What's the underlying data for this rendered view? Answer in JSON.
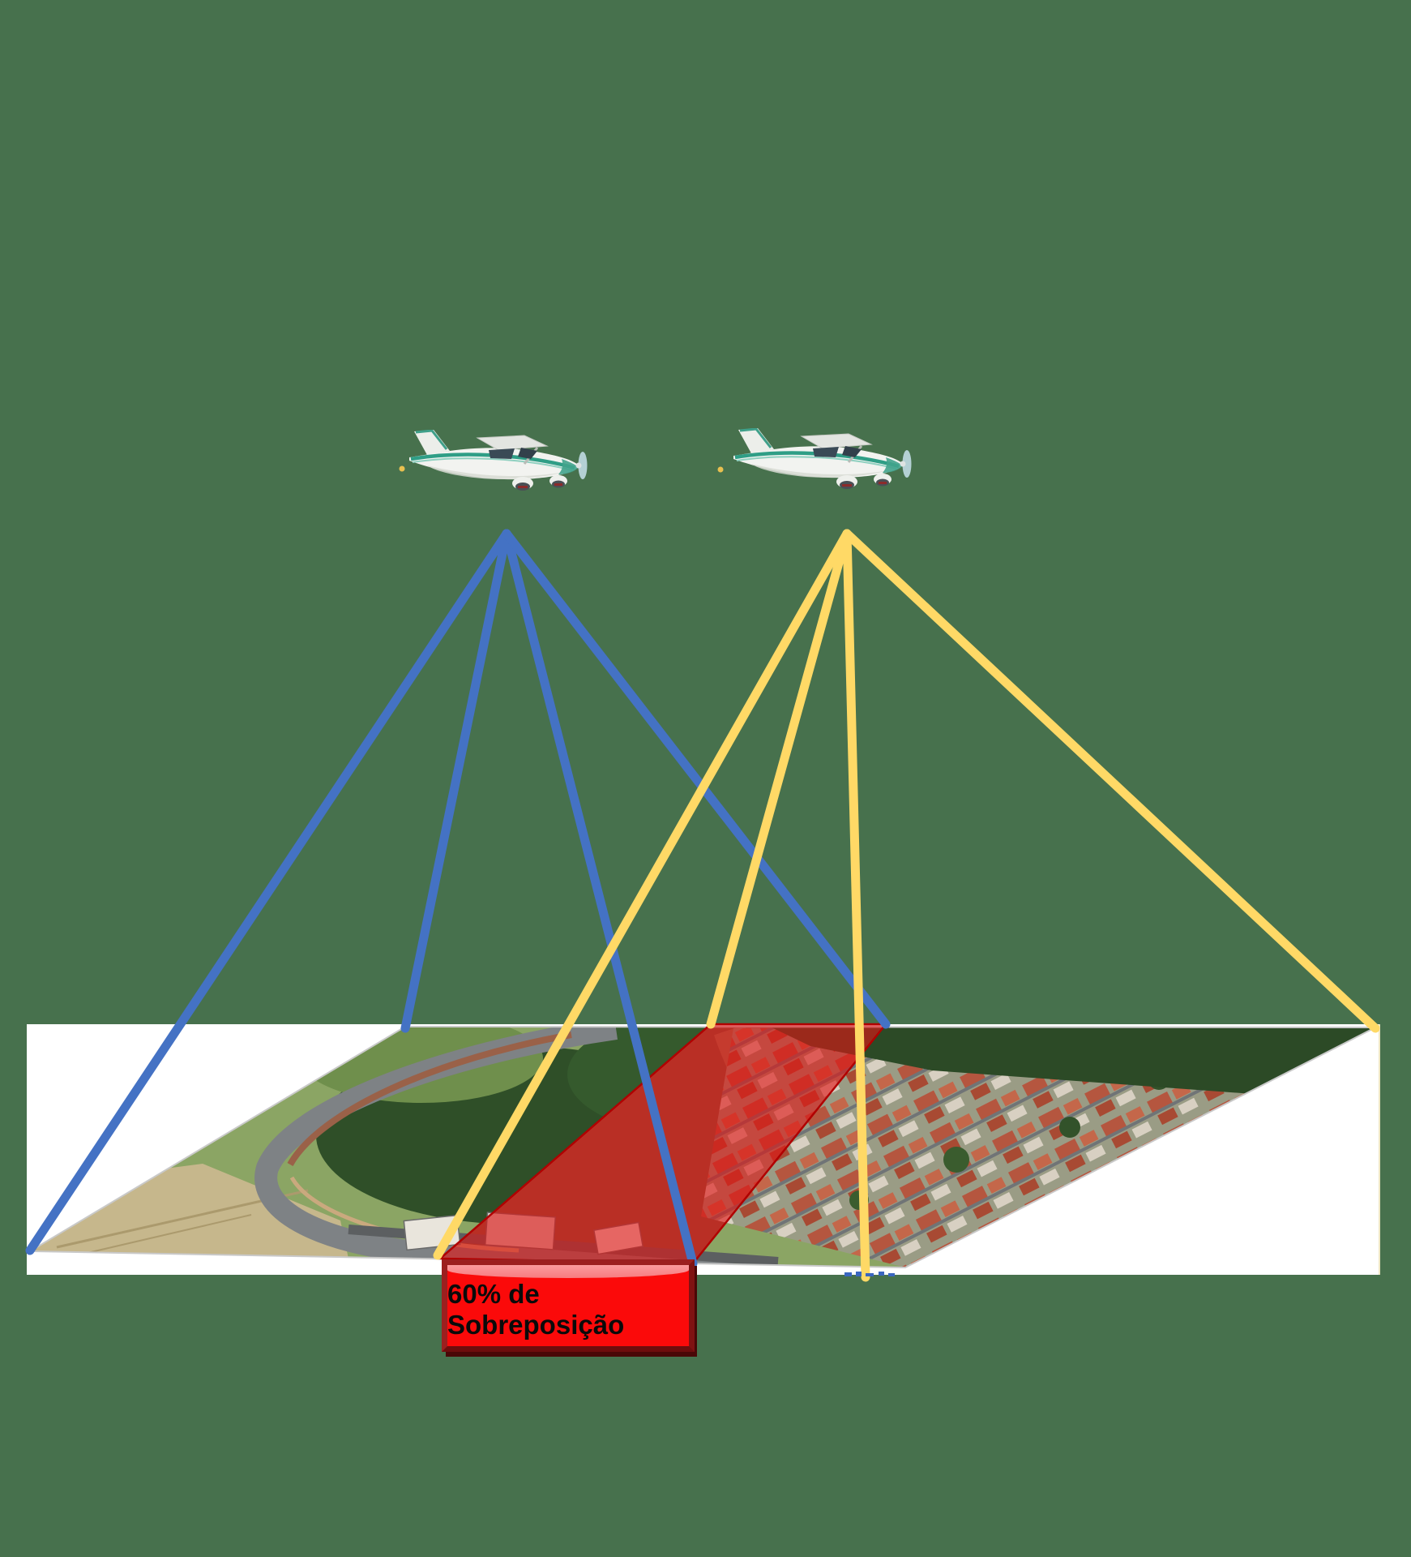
{
  "figure": {
    "type": "aerial-photogrammetry-overlap-diagram",
    "language": "pt",
    "label": {
      "text": "60% de Sobreposição"
    },
    "airplanes": [
      {
        "id": "airplane-1",
        "icon": "airplane-icon"
      },
      {
        "id": "airplane-2",
        "icon": "airplane-icon"
      }
    ],
    "rays": {
      "photo1_color": "#4472C4",
      "photo2_color": "#FFD966",
      "rays_per_camera": 4
    },
    "ground": {
      "band_color": "#FFFFFF",
      "overlap_fill": "#E01515",
      "overlap_border": "#B00000"
    },
    "label_box": {
      "fill": "#FB0A0A",
      "border": "#8F1A1A",
      "highlight": "#F98B8E",
      "text_color": "#000000"
    },
    "background_color": "#47714D"
  }
}
